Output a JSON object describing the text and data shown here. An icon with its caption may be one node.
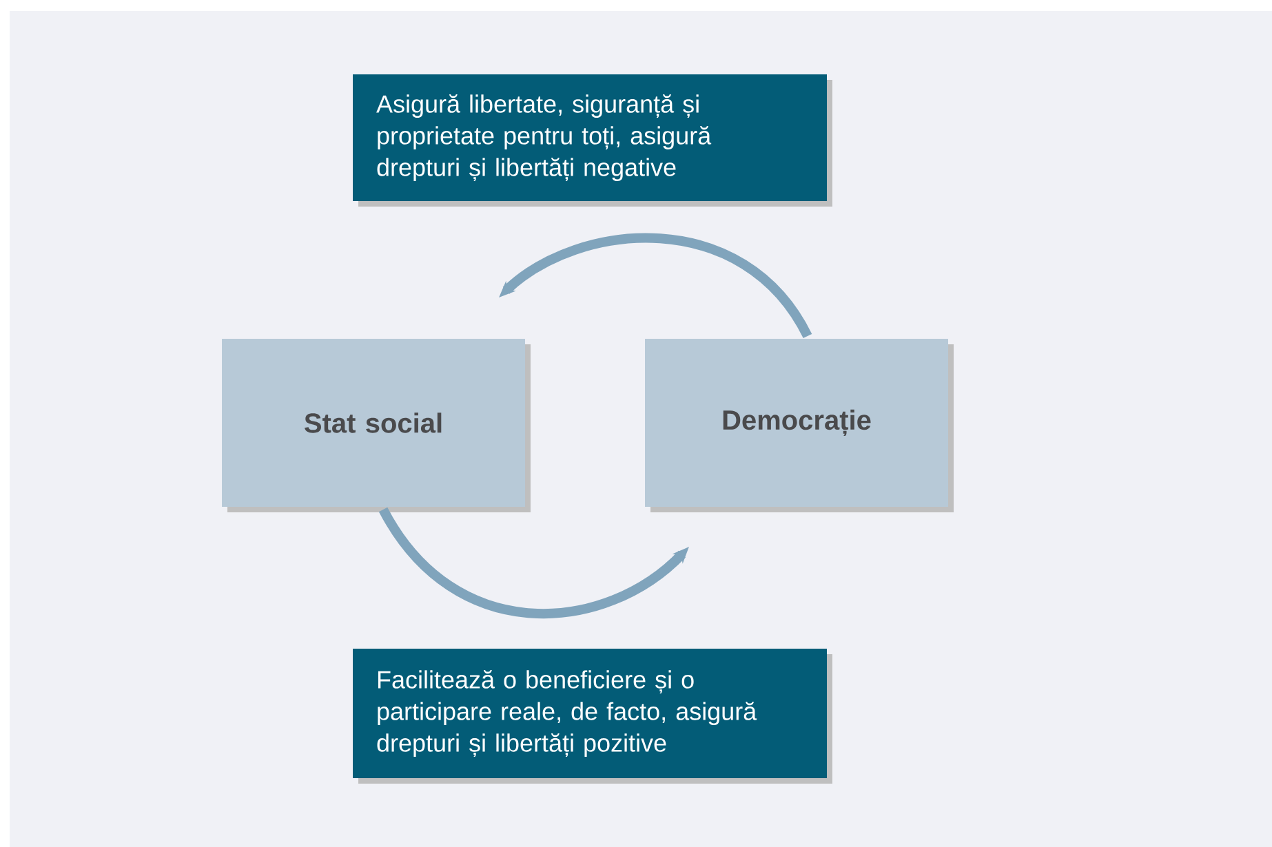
{
  "diagram": {
    "nodes": [
      {
        "text": [
          "Asigură libertate, siguranță și proprietate pentru toți, asigură drepturi și libertăți negative"
        ]
      },
      {
        "text": [
          "Stat social"
        ]
      },
      {
        "text": [
          "Democrație"
        ]
      },
      {
        "text": [
          "Facilitează o beneficiere și o participare reale, de facto, asigură drepturi și libertăți pozitive"
        ]
      }
    ],
    "edges": [
      {
        "from": 2,
        "to": 1,
        "arrow": "to"
      },
      {
        "from": 1,
        "to": 2,
        "arrow": "to"
      }
    ]
  }
}
